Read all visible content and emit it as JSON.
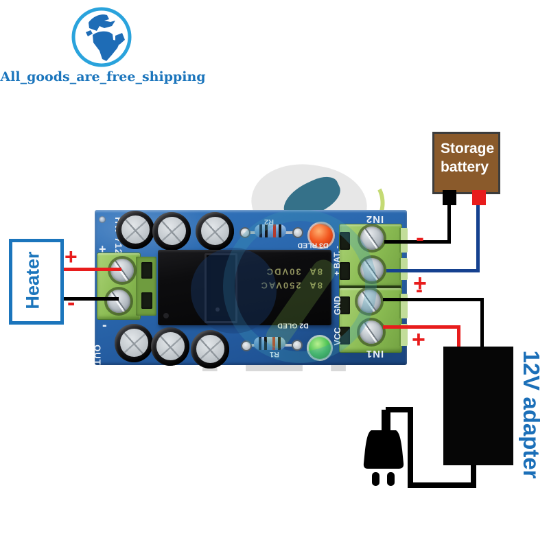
{
  "logo": {
    "caption": "All_goods_are_free_shipping"
  },
  "watermark": {
    "text": "TZT"
  },
  "pcb": {
    "model": "HW-712",
    "silkscreen": {
      "out_plus": "+",
      "out_minus": "-",
      "out": "OUT",
      "in2": "IN2",
      "bat": "+ BAT. -",
      "gnd": "GND",
      "vcc": "VCC",
      "in1": "IN1",
      "r2": "R2",
      "r1": "R1",
      "d3_label": "D3 RLED",
      "d2_label": "D2 GLED"
    },
    "relay": {
      "line1": "8A  250VAC",
      "line2": "8A  30VDC"
    }
  },
  "wiring": {
    "heater": {
      "label": "Heater",
      "plus": "+",
      "minus": "-"
    },
    "battery": {
      "name_line1": "Storage",
      "name_line2": "battery",
      "minus": "-",
      "plus": "+"
    },
    "adapter": {
      "label": "12V adapter",
      "minus": "-",
      "plus": "+"
    }
  },
  "colors": {
    "brand_blue": "#1b75bc",
    "globe_ring": "#2aa3dc",
    "board_blue": "#2766ae",
    "terminal_green": "#86b84d",
    "wire_red": "#e81c1c",
    "wire_blue": "#15418f",
    "battery_brown": "#8a5a2b"
  }
}
